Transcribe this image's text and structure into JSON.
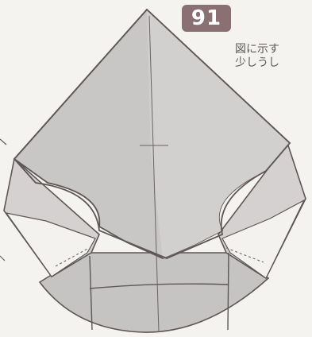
{
  "step": {
    "number": "91"
  },
  "instruction": {
    "line1": "図に示す",
    "line2": "少しうし"
  },
  "colors": {
    "paper": "#c9c6c6",
    "paper_light": "#dad7d5",
    "badge": "#8a6f73",
    "line": "#5e5657",
    "background": "#f5f3ef"
  }
}
